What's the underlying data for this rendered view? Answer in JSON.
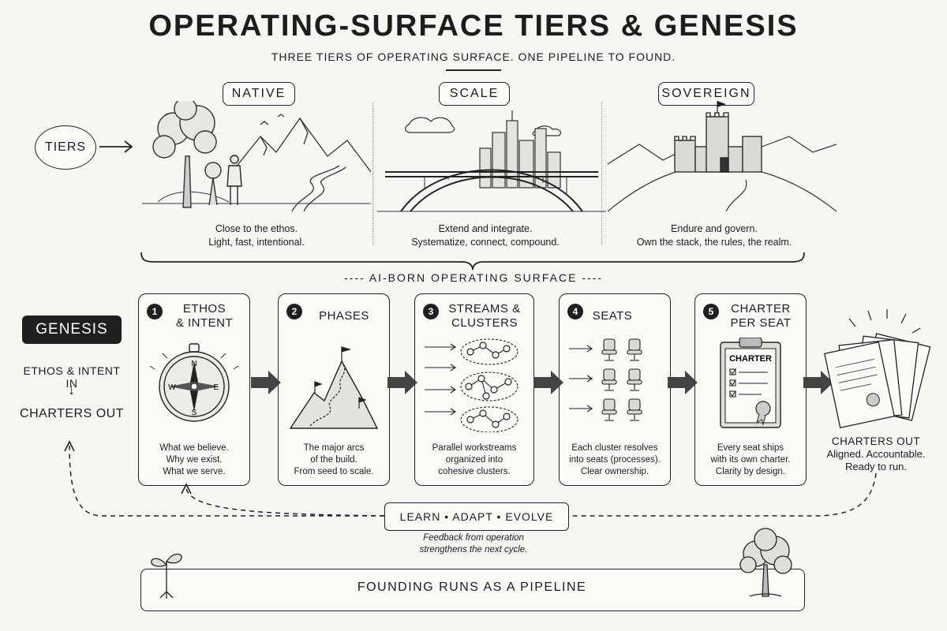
{
  "title": "OPERATING-SURFACE TIERS & GENESIS",
  "subtitle": "THREE TIERS OF OPERATING SURFACE.  ONE PIPELINE TO FOUND.",
  "tiers_label": "TIERS",
  "tiers": [
    {
      "label": "NATIVE",
      "caption_line1": "Close to the ethos.",
      "caption_line2": "Light, fast, intentional."
    },
    {
      "label": "SCALE",
      "caption_line1": "Extend and integrate.",
      "caption_line2": "Systematize, connect, compound."
    },
    {
      "label": "SOVEREIGN",
      "caption_line1": "Endure and govern.",
      "caption_line2": "Own the stack, the rules, the realm."
    }
  ],
  "surface_label": "---- AI-BORN OPERATING SURFACE ----",
  "genesis": {
    "badge": "GENESIS",
    "line1": "ETHOS & INTENT IN",
    "arrow": "↓",
    "line2": "CHARTERS OUT"
  },
  "stages": [
    {
      "num": "1",
      "title_line1": "ETHOS",
      "title_line2": "& INTENT",
      "desc_line1": "What we believe.",
      "desc_line2": "Why we exist.",
      "desc_line3": "What we serve."
    },
    {
      "num": "2",
      "title_line1": "PHASES",
      "title_line2": "",
      "desc_line1": "The major arcs",
      "desc_line2": "of the build.",
      "desc_line3": "From seed to scale."
    },
    {
      "num": "3",
      "title_line1": "STREAMS &",
      "title_line2": "CLUSTERS",
      "desc_line1": "Parallel workstreams",
      "desc_line2": "organized into",
      "desc_line3": "cohesive clusters."
    },
    {
      "num": "4",
      "title_line1": "SEATS",
      "title_line2": "",
      "desc_line1": "Each cluster resolves",
      "desc_line2": "into seats (processes).",
      "desc_line3": "Clear ownership."
    },
    {
      "num": "5",
      "title_line1": "CHARTER",
      "title_line2": "PER SEAT",
      "desc_line1": "Every seat ships",
      "desc_line2": "with its own charter.",
      "desc_line3": "Clarity by design."
    }
  ],
  "charter_doc_label": "CHARTER",
  "compass_letters": {
    "n": "N",
    "s": "S",
    "e": "E",
    "w": "W"
  },
  "output": {
    "title": "CHARTERS OUT",
    "line1": "Aligned. Accountable.",
    "line2": "Ready to run."
  },
  "loop_label": "LEARN  •  ADAPT  •  EVOLVE",
  "feedback_line1": "Feedback from operation",
  "feedback_line2": "strengthens the next cycle.",
  "pipeline_label": "FOUNDING RUNS AS A PIPELINE"
}
